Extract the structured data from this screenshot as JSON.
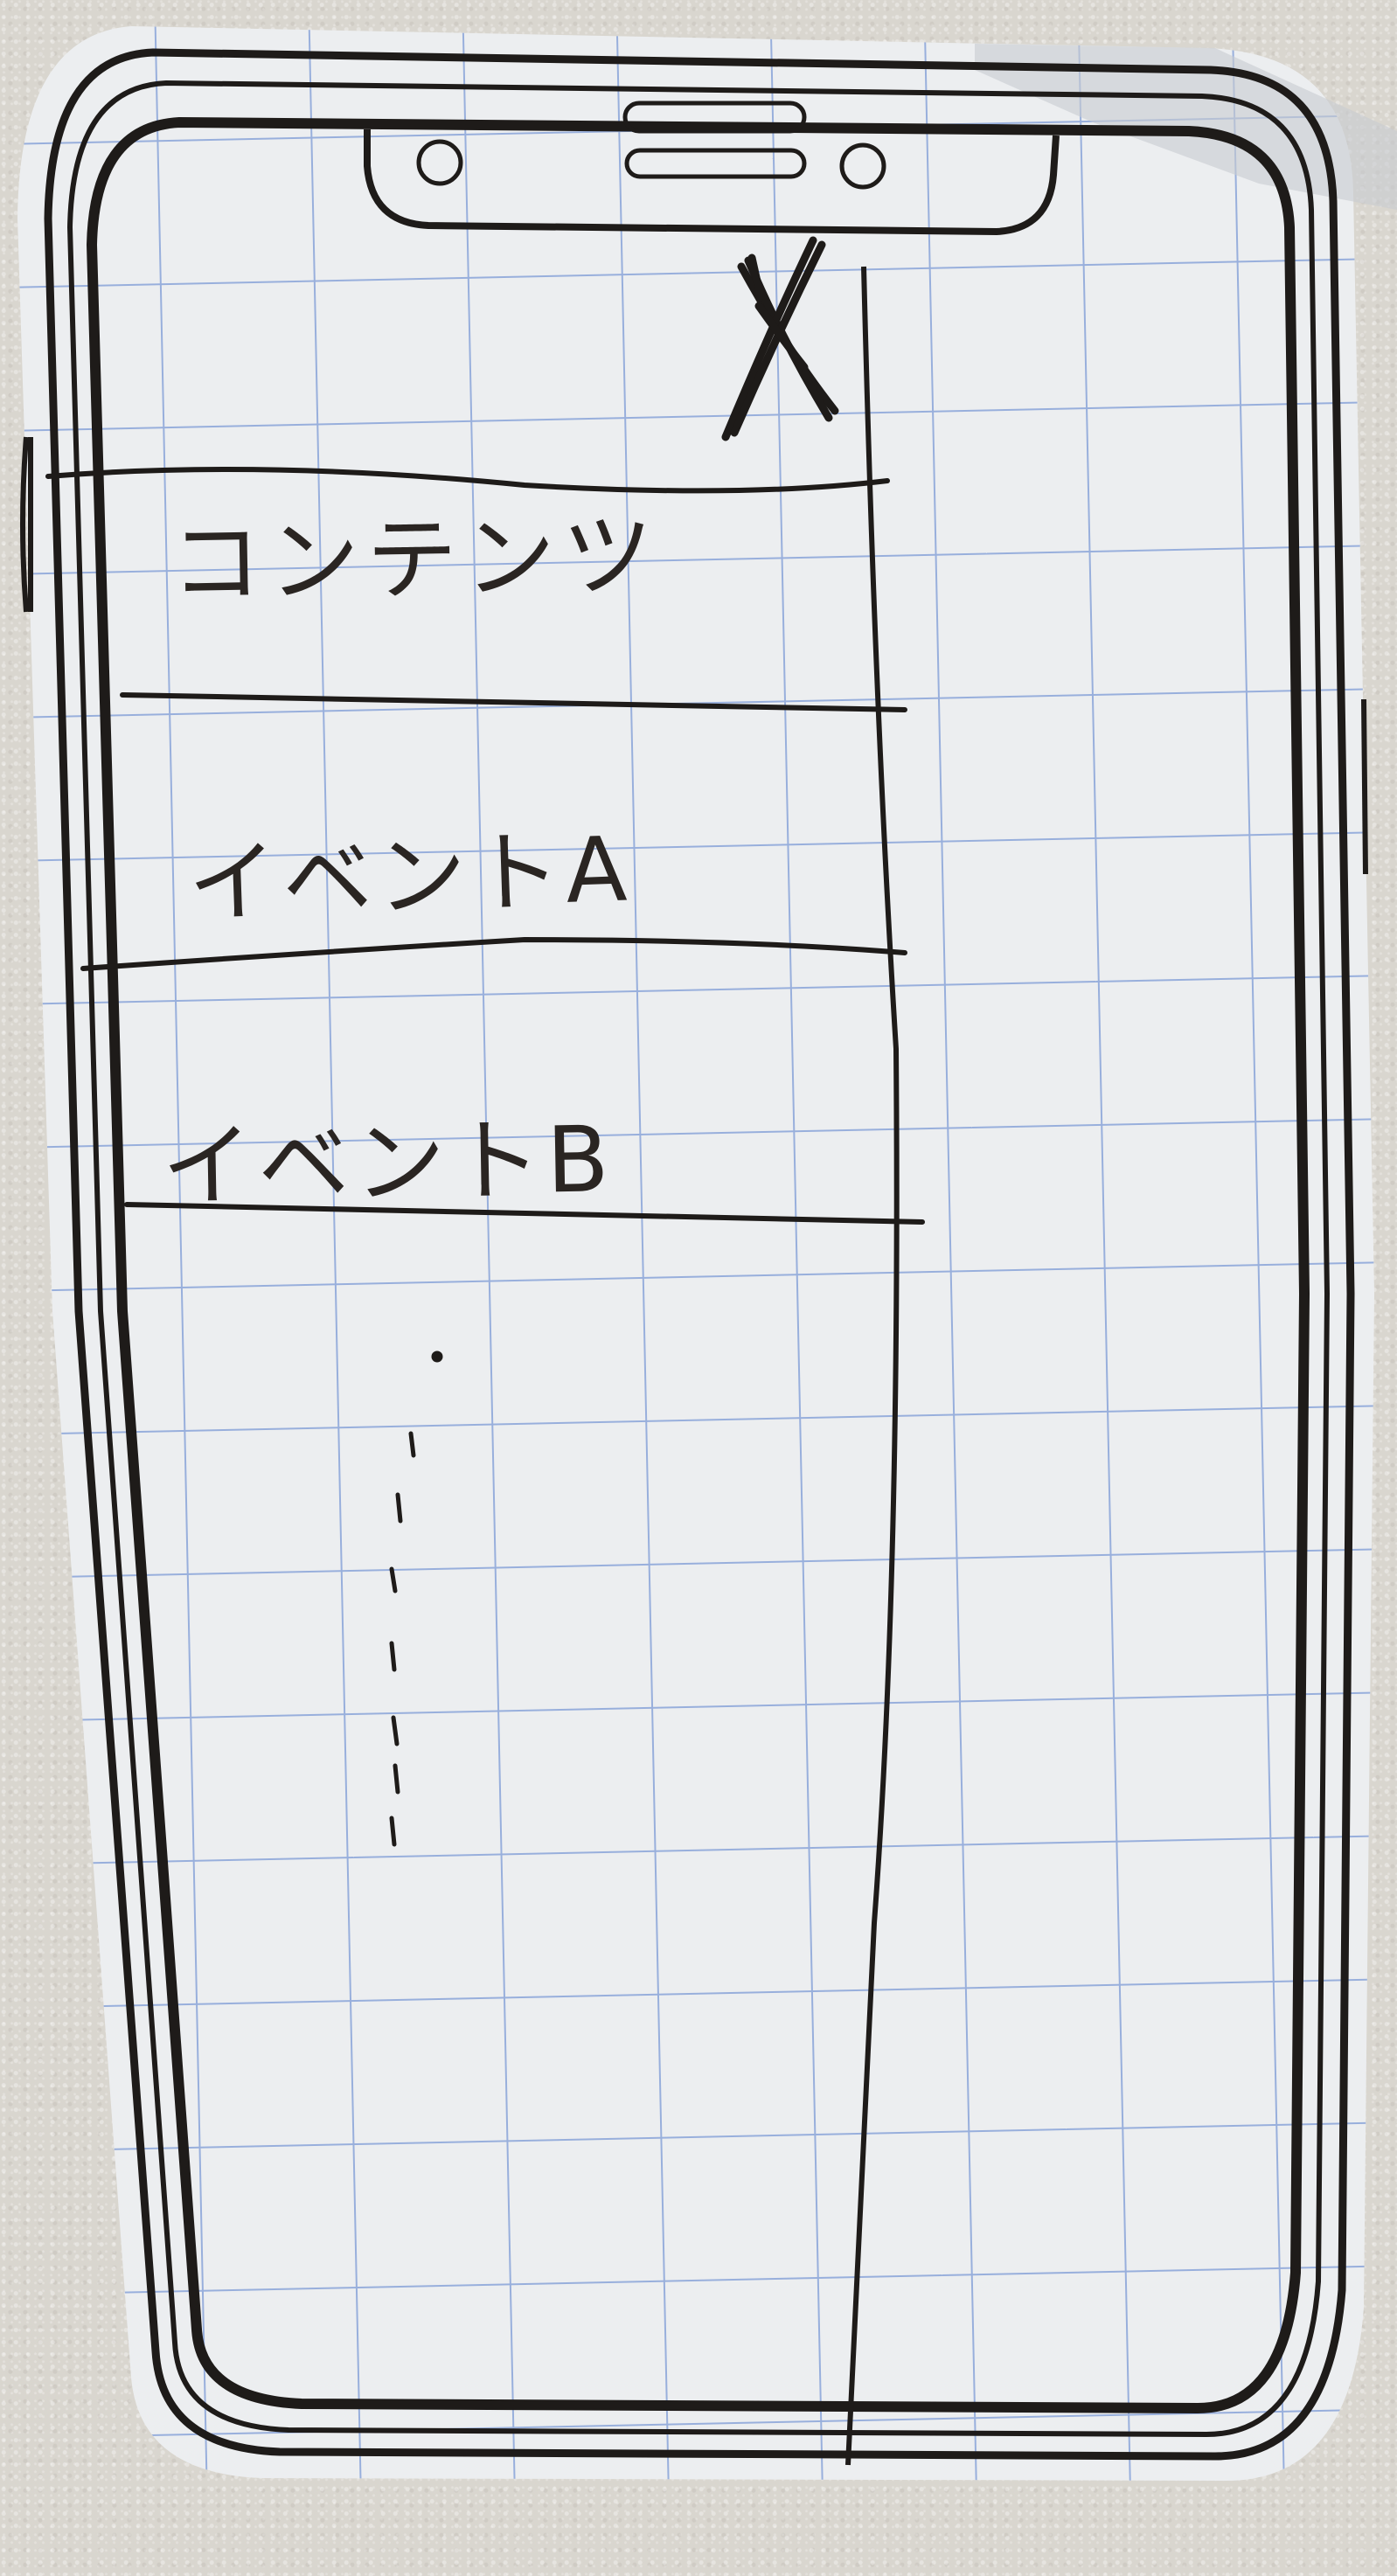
{
  "menu": {
    "title": "コンテンツ",
    "items": [
      {
        "label": "イベントA"
      },
      {
        "label": "イベントB"
      }
    ],
    "more_indicator": "vertical-ellipsis"
  },
  "close_button": {
    "icon": "close-icon"
  },
  "colors": {
    "paper": "#eceef0",
    "grid": "#8fa8da",
    "ink": "#1e1b19",
    "wall": "#d9d6cf"
  }
}
